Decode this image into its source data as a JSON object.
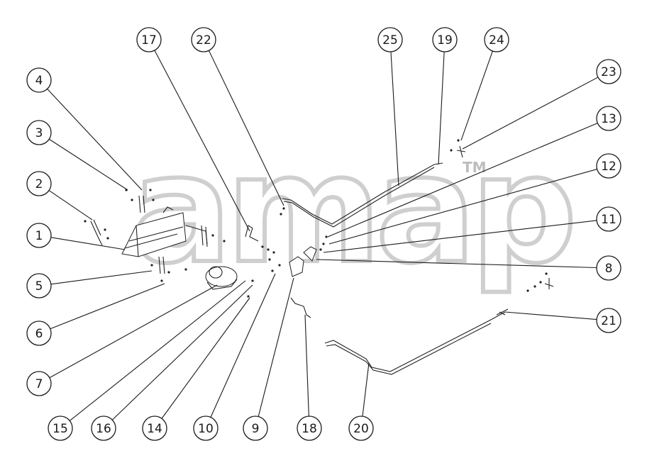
{
  "watermark": {
    "text": "amap",
    "mark": "TM"
  },
  "callouts": [
    "17",
    "22",
    "25",
    "19",
    "24",
    "23",
    "13",
    "12",
    "11",
    "8",
    "21",
    "4",
    "3",
    "2",
    "1",
    "5",
    "6",
    "7",
    "15",
    "16",
    "14",
    "10",
    "9",
    "18",
    "20"
  ]
}
